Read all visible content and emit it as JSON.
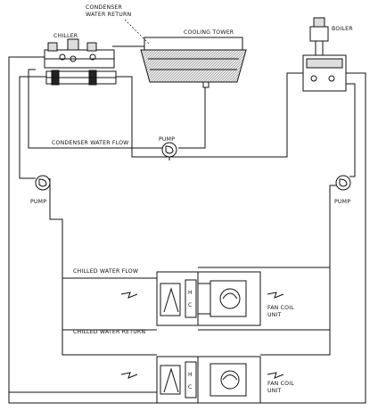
{
  "labels": {
    "condenser_return_line1": "CONDENSER",
    "condenser_return_line2": "WATER RETURN",
    "chiller": "CHILLER",
    "cooling_tower": "COOLING TOWER",
    "boiler": "BOILER",
    "condenser_water_flow": "CONDENSER WATER FLOW",
    "pump_condenser": "PUMP",
    "pump_left": "PUMP",
    "pump_right": "PUMP",
    "chilled_water_flow": "CHILLED WATER FLOW",
    "chilled_water_return": "CHILLED WATER RETURN",
    "fcu1_line1": "FAN COIL",
    "fcu1_line2": "UNIT",
    "fcu2_line1": "FAN COIL",
    "fcu2_line2": "UNIT",
    "coil_h": "H",
    "coil_c": "C"
  },
  "colors": {
    "ink": "#111111",
    "paper": "#ffffff",
    "tower_fill": "#cfcfcf"
  }
}
